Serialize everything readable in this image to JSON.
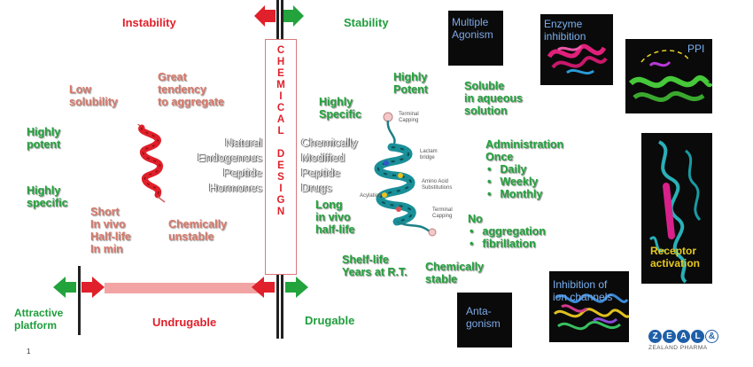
{
  "header": {
    "instability": "Instability",
    "stability": "Stability"
  },
  "design_column": {
    "letters": [
      "C",
      "H",
      "E",
      "M",
      "I",
      "C",
      "A",
      "L",
      "",
      "D",
      "E",
      "S",
      "I",
      "G",
      "N"
    ]
  },
  "left_green": {
    "highly_potent": [
      "Highly",
      "potent"
    ],
    "highly_specific": [
      "Highly",
      "specific"
    ]
  },
  "left_salmon": {
    "low_solubility": [
      "Low",
      "solubility"
    ],
    "great_tendency": [
      "Great",
      "tendency",
      "to aggregate"
    ],
    "short_half_life": [
      "Short",
      "In vivo",
      "Half-life",
      "In min"
    ],
    "chemically_unstable": [
      "Chemically",
      "unstable"
    ]
  },
  "natural": [
    "Natural",
    "Endogenous",
    "Peptide",
    "Hormones"
  ],
  "modified": [
    "Chemically",
    "Modified",
    "Peptide",
    "Drugs"
  ],
  "right_green": {
    "highly_specific": [
      "Highly",
      "Specific"
    ],
    "highly_potent": [
      "Highly",
      "Potent"
    ],
    "soluble": [
      "Soluble",
      "in aqueous",
      "solution"
    ],
    "long_half_life": [
      "Long",
      "in vivo",
      "half-life"
    ],
    "administration_title": [
      "Administration",
      "Once"
    ],
    "administration_items": [
      "Daily",
      "Weekly",
      "Monthly"
    ],
    "no_title": "No",
    "no_items": [
      "aggregation",
      "fibrillation"
    ],
    "shelf_life": [
      "Shelf-life",
      "Years at R.T."
    ],
    "chemically_stable": [
      "Chemically",
      "stable"
    ]
  },
  "helix_labels": {
    "terminal_capping_top": [
      "Terminal",
      "Capping"
    ],
    "lactam_bridge": [
      "Lactam",
      "bridge"
    ],
    "amino_acid": [
      "Amino Acid",
      "Substitutions"
    ],
    "acylation": "Acylation",
    "terminal_capping_bottom": [
      "Terminal",
      "Capping"
    ]
  },
  "boxes": {
    "multiple_agonism": [
      "Multiple",
      "Agonism"
    ],
    "enzyme_inhibition": [
      "Enzyme",
      "inhibition"
    ],
    "ppi": "PPI",
    "receptor_activation": [
      "Receptor",
      "activation"
    ],
    "ion_channels": [
      "Inhibition of",
      "ion channels"
    ],
    "antagonism": [
      "Anta-",
      "gonism"
    ]
  },
  "bottom": {
    "attractive_platform": [
      "Attractive",
      "platform"
    ],
    "undrugable": "Undrugable",
    "drugable": "Drugable",
    "page_number": "1"
  },
  "logo": {
    "letters": [
      "Z",
      "E",
      "A",
      "L",
      "&"
    ],
    "subtitle": "ZEALAND PHARMA"
  },
  "colors": {
    "red": "#e0202a",
    "green": "#1f9e3c",
    "salmon": "#d8786a",
    "bar_pink": "#f2a4a4",
    "logo_blue": "#1f5fa8"
  }
}
